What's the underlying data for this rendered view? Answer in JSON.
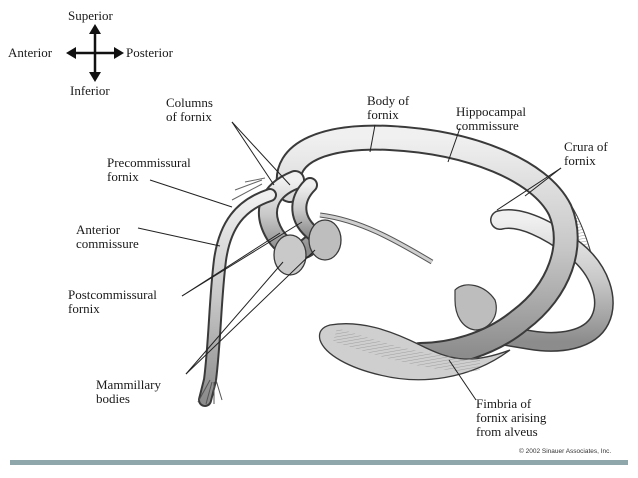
{
  "orientation": {
    "superior": "Superior",
    "inferior": "Inferior",
    "anterior": "Anterior",
    "posterior": "Posterior"
  },
  "labels": {
    "columns_of_fornix": "Columns\nof fornix",
    "body_of_fornix": "Body of\nfornix",
    "hippocampal_commissure": "Hippocampal\ncommissure",
    "crura_of_fornix": "Crura of\nfornix",
    "precommissural_fornix": "Precommissural\nfornix",
    "anterior_commissure": "Anterior\ncommissure",
    "postcommissural_fornix": "Postcommissural\nfornix",
    "mammillary_bodies": "Mammillary\nbodies",
    "fimbria_of_fornix": "Fimbria of\nfornix arising\nfrom alveus"
  },
  "copyright": "© 2002 Sinauer Associates, Inc.",
  "colors": {
    "structure_fill": "#d2d2d2",
    "structure_shade": "#8a8a8a",
    "outline": "#3a3a3a",
    "leader": "#222222",
    "footer_bar": "#8fa7ab"
  }
}
